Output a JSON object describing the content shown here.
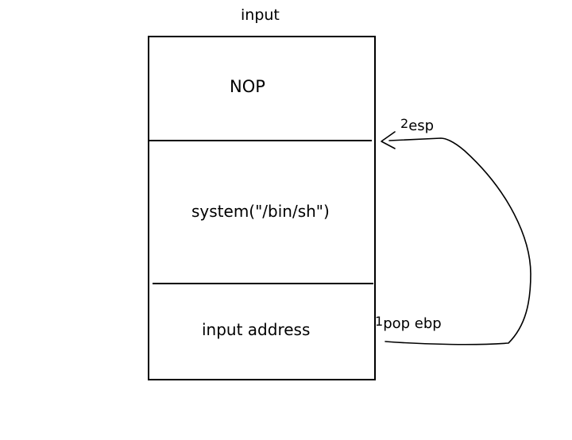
{
  "diagram": {
    "title": "input",
    "blocks": [
      {
        "label": "NOP"
      },
      {
        "label": "system(\"/bin/sh\")"
      },
      {
        "label": "input address"
      }
    ],
    "annotations": {
      "esp": {
        "number": "2",
        "text": "esp"
      },
      "pop_ebp": {
        "number": "1",
        "text": "pop ebp"
      }
    },
    "colors": {
      "line": "#000000",
      "background": "#ffffff"
    }
  }
}
